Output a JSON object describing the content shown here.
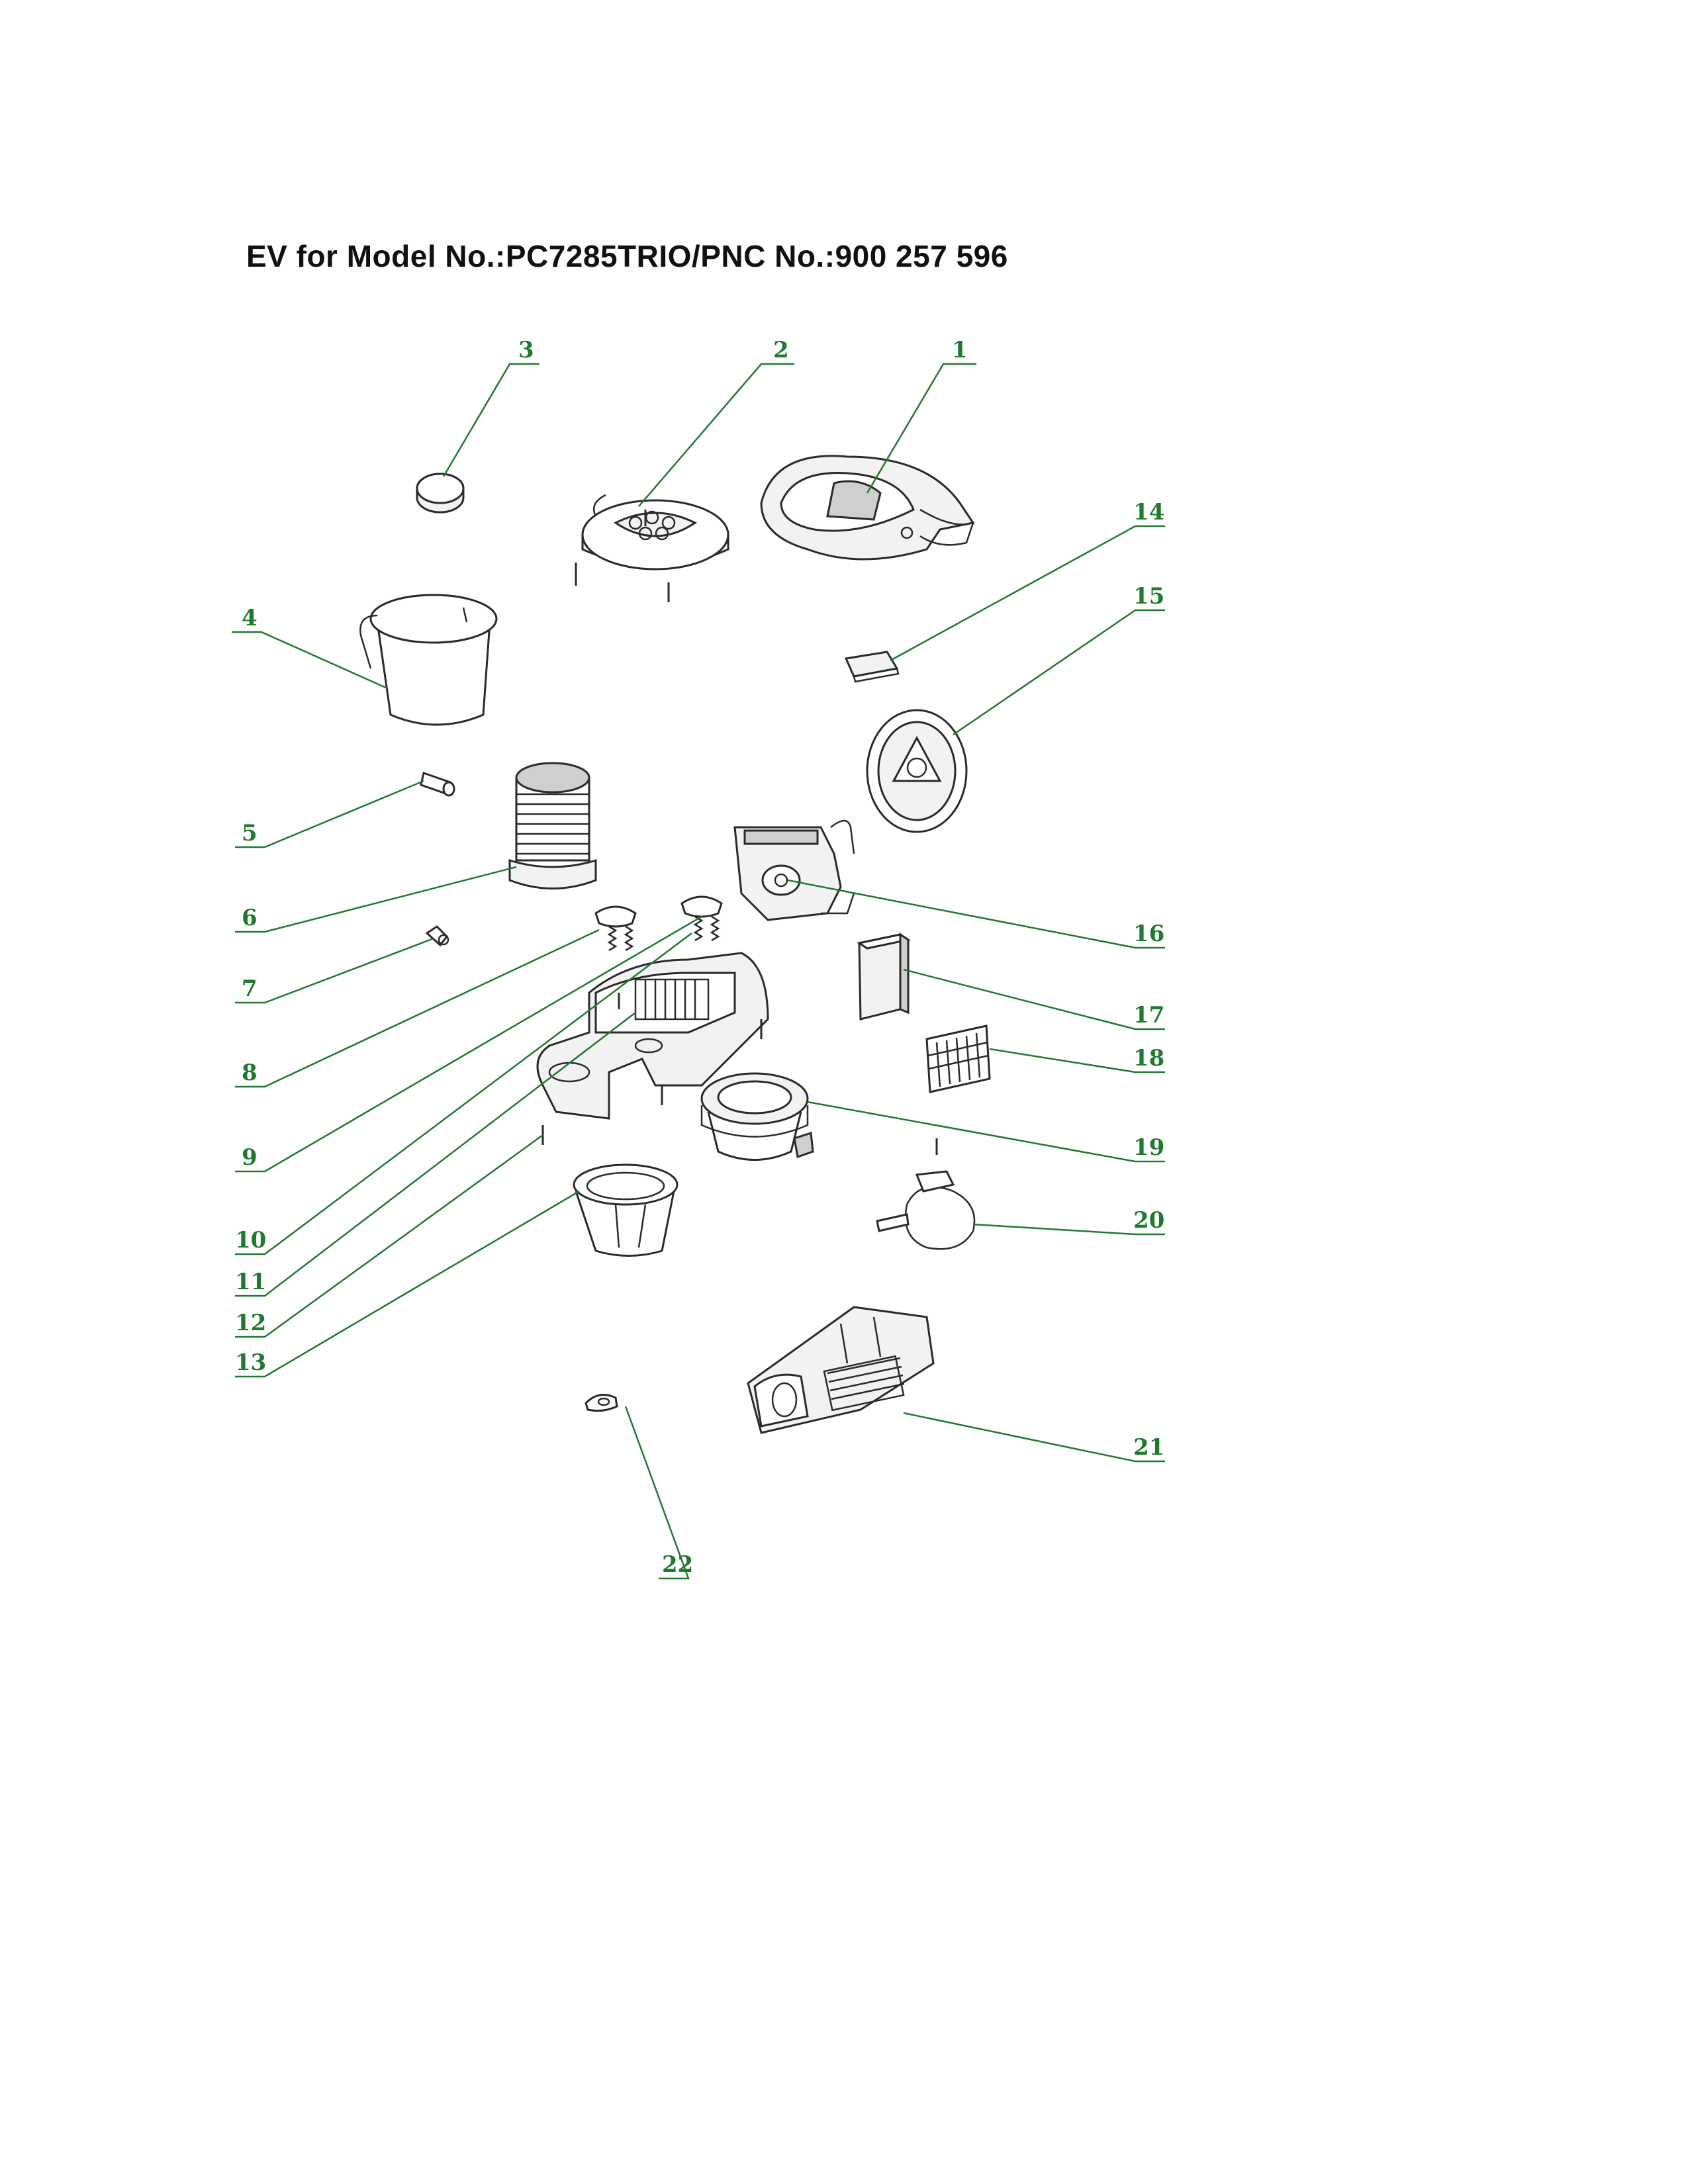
{
  "title": "EV for Model No.:PC7285TRIO/PNC No.:900 257 596",
  "colors": {
    "callout": "#1f7a2e",
    "line": "#2a2a2a",
    "title": "#111111"
  },
  "callouts": [
    "1",
    "2",
    "3",
    "4",
    "5",
    "6",
    "7",
    "8",
    "9",
    "10",
    "11",
    "12",
    "13",
    "14",
    "15",
    "16",
    "17",
    "18",
    "19",
    "20",
    "21",
    "22"
  ]
}
